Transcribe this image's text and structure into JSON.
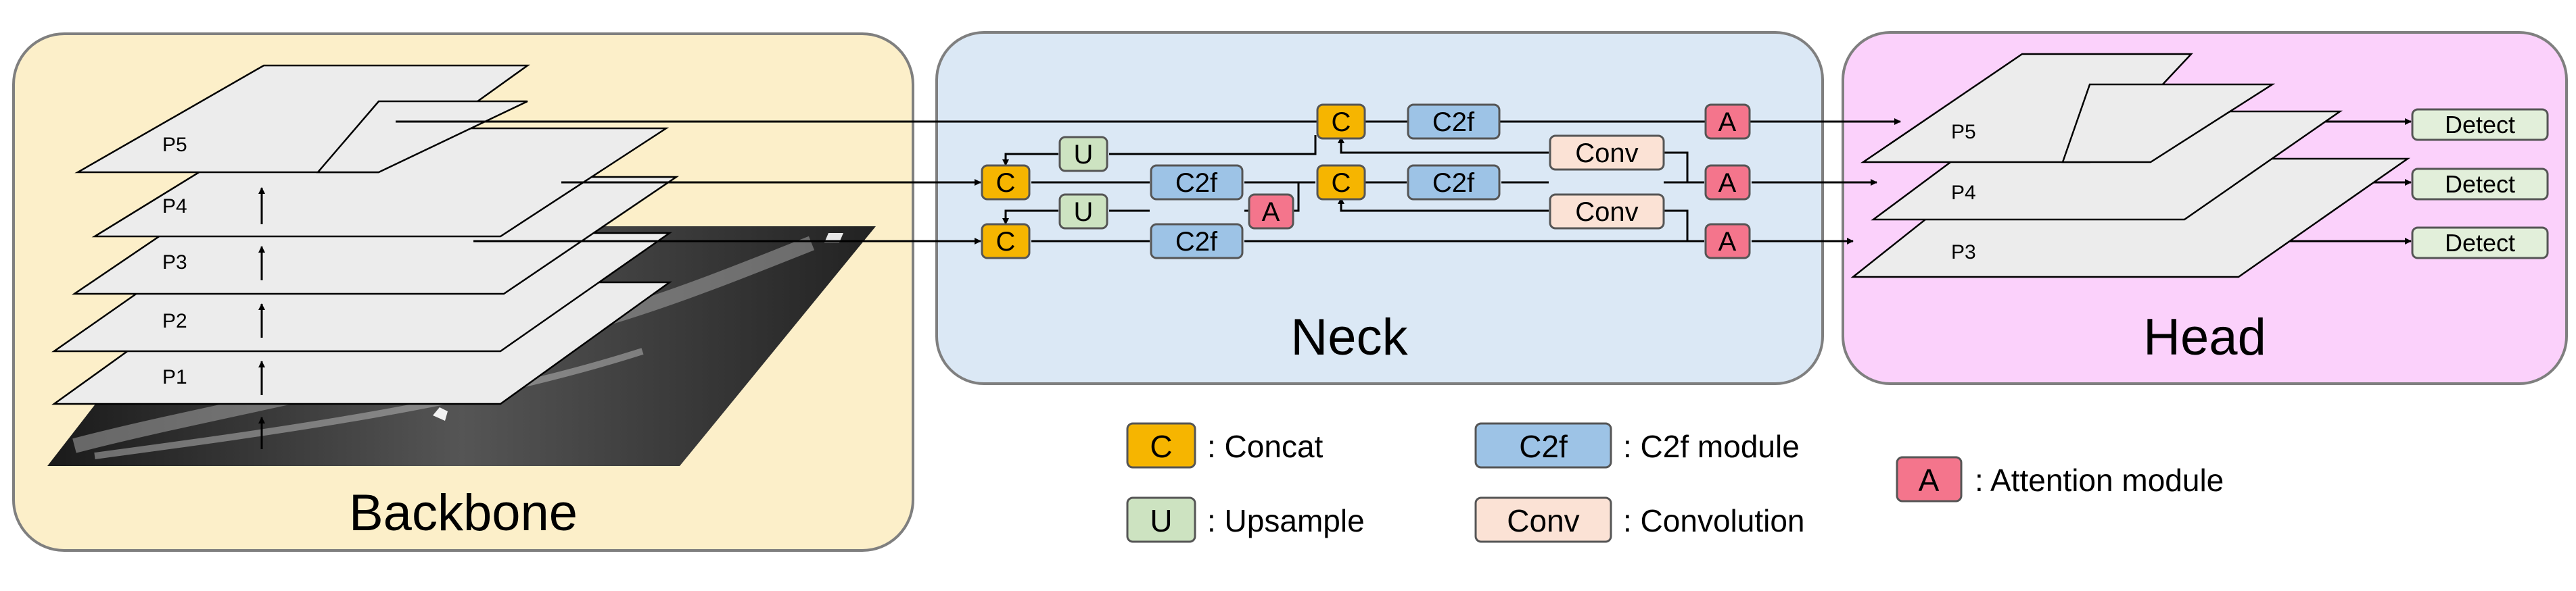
{
  "panels": {
    "backbone": {
      "title": "Backbone",
      "fill": "#fcefc9",
      "stroke": "#7f7f7f"
    },
    "neck": {
      "title": "Neck",
      "fill": "#dbe8f5",
      "stroke": "#7f7f7f"
    },
    "head": {
      "title": "Head",
      "fill": "#fbd1fb",
      "stroke": "#7f7f7f"
    }
  },
  "backbone_layers": [
    "P1",
    "P2",
    "P3",
    "P4",
    "P5"
  ],
  "head_layers": [
    "P5",
    "P4",
    "P3"
  ],
  "neck_modules": {
    "concat": "C",
    "upsample": "U",
    "c2f": "C2f",
    "conv": "Conv",
    "attention": "A"
  },
  "detect_label": "Detect",
  "legend": [
    {
      "symbol": "C",
      "text": ": Concat",
      "color": "#f6b500"
    },
    {
      "symbol": "U",
      "text": ": Upsample",
      "color": "#cde3c1"
    },
    {
      "symbol": "C2f",
      "text": ": C2f module",
      "color": "#9dc3e6"
    },
    {
      "symbol": "Conv",
      "text": ": Convolution",
      "color": "#fbe2d5"
    },
    {
      "symbol": "A",
      "text": ": Attention module",
      "color": "#f4758c"
    }
  ],
  "colors": {
    "concat": "#f6b500",
    "upsample": "#cde3c1",
    "c2f": "#9dc3e6",
    "conv": "#fbe2d5",
    "attention": "#f4758c",
    "detect": "#e2efda",
    "xray_image": "#2e2e2e"
  }
}
